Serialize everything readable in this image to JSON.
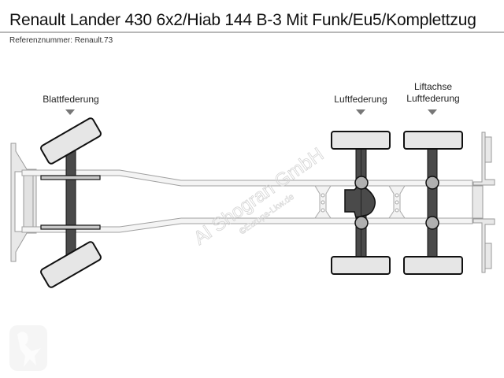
{
  "header": {
    "title": "Renault Lander 430 6x2/Hiab 144 B-3 Mit Funk/Eu5/Komplettzug",
    "reference": "Referenznummer: Renault.73"
  },
  "axles": [
    {
      "position": "front",
      "label": "Blattfederung"
    },
    {
      "position": "rear-1",
      "label": "Luftfederung"
    },
    {
      "position": "rear-2",
      "label_line1": "Liftachse",
      "label_line2": "Luftfederung"
    }
  ],
  "watermark": {
    "company": "Al Shogran GmbH",
    "copyright": "©Europa-Lkw.de"
  },
  "colors": {
    "tire_fill": "#e6e6e6",
    "axle_dark": "#4a4a4a",
    "frame_line": "#a0a0a0",
    "frame_fill": "#f2f2f2",
    "hub": "#b0b0b0",
    "arrow": "#777777"
  }
}
